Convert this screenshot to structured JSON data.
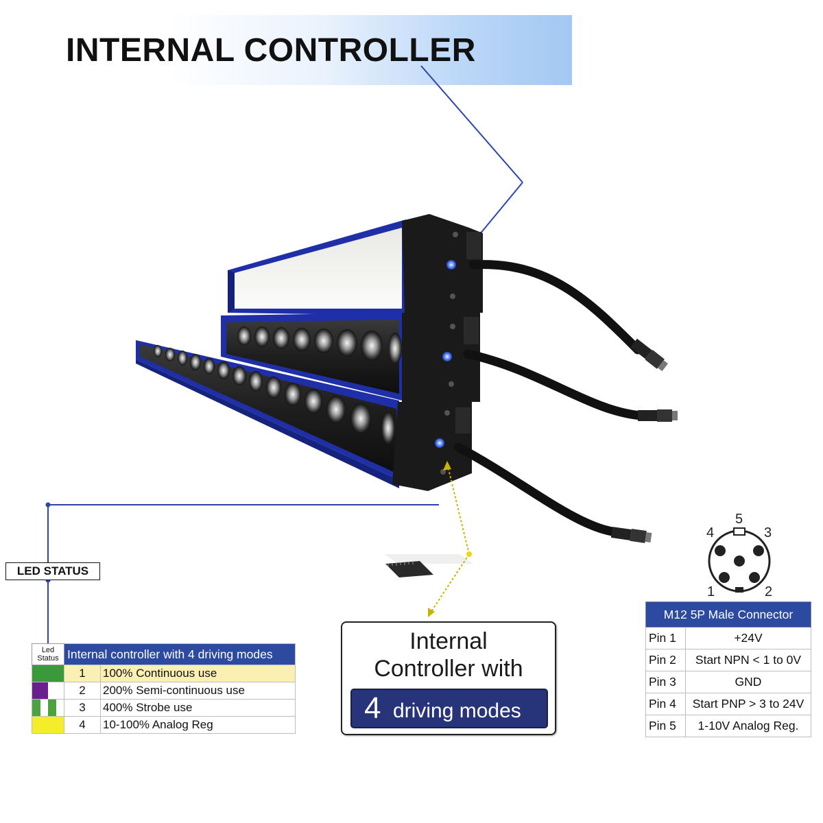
{
  "title": "INTERNAL CONTROLLER",
  "led_status_label": "LED STATUS",
  "modes_table": {
    "led_header_line1": "Led",
    "led_header_line2": "Status",
    "title": "Internal controller with 4 driving modes",
    "rows": [
      {
        "num": "1",
        "desc": "100% Continuous use",
        "colors": [
          "#3a9a3a"
        ]
      },
      {
        "num": "2",
        "desc": "200% Semi-continuous use",
        "colors": [
          "#6a1f8e",
          "#ffffff"
        ]
      },
      {
        "num": "3",
        "desc": "400% Strobe use",
        "colors": [
          "#4ba33f",
          "#ffffff",
          "#4ba33f",
          "#ffffff"
        ]
      },
      {
        "num": "4",
        "desc": "10-100% Analog Reg",
        "colors": [
          "#f4ee2a"
        ]
      }
    ]
  },
  "callout": {
    "line1": "Internal",
    "line2": "Controller with",
    "number": "4",
    "word": "driving modes"
  },
  "connector": {
    "pin_numbers": [
      "1",
      "2",
      "3",
      "4",
      "5"
    ],
    "table_title": "M12 5P Male Connector",
    "rows": [
      {
        "pin": "Pin 1",
        "fn": "+24V"
      },
      {
        "pin": "Pin 2",
        "fn": "Start NPN < 1 to 0V"
      },
      {
        "pin": "Pin 3",
        "fn": "GND"
      },
      {
        "pin": "Pin 4",
        "fn": "Start PNP > 3 to 24V"
      },
      {
        "pin": "Pin 5",
        "fn": "1-10V Analog Reg."
      }
    ]
  },
  "colors": {
    "accent_blue": "#2b4aa0",
    "bar_blue": "#1f2fa8",
    "housing": "#1a1a1a",
    "indicator_led": "#4a7cff"
  },
  "icons": [
    "led-bar-light",
    "indicator-led-icon",
    "m12-connector-plug-icon",
    "chip-icon",
    "connector-pinout-icon"
  ]
}
